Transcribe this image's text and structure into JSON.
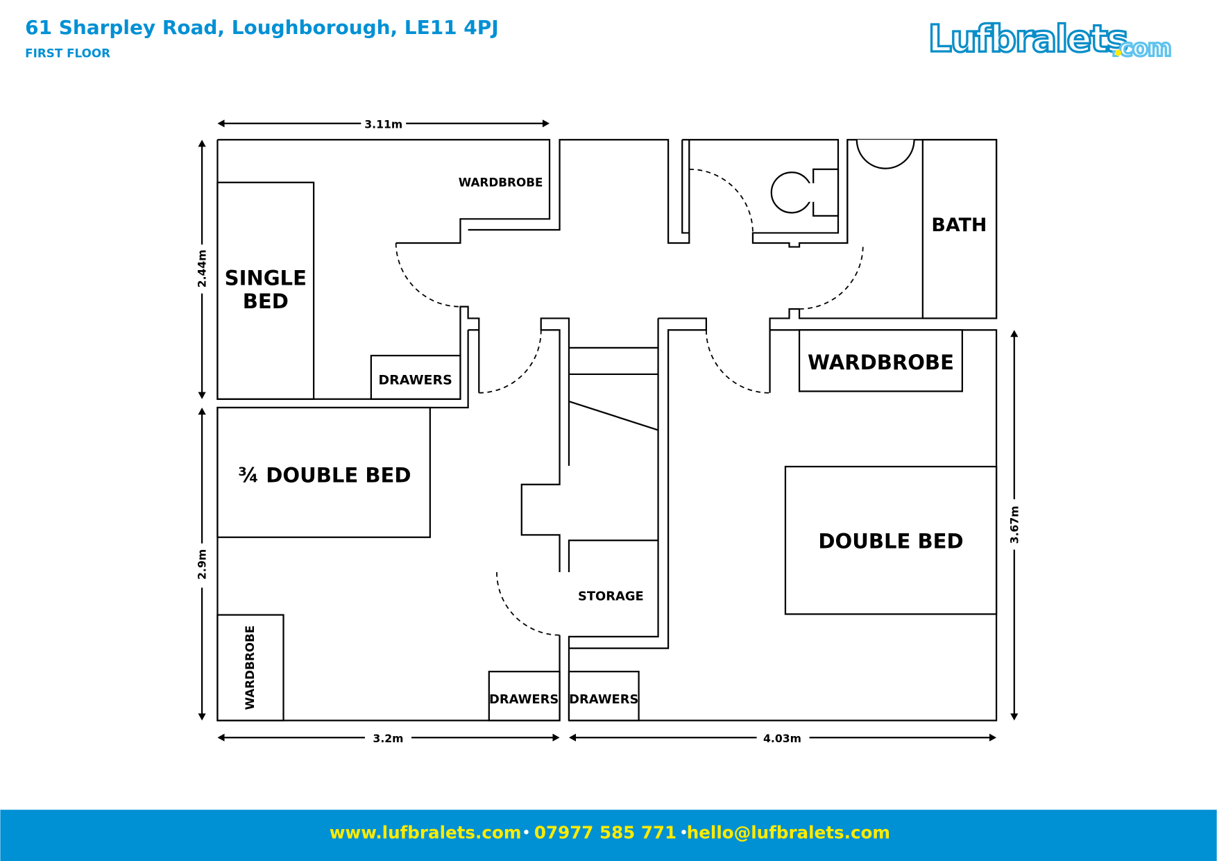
{
  "header": {
    "address": "61 Sharpley Road, Loughborough, LE11 4PJ",
    "floor": "FIRST FLOOR",
    "logo_text": "Lufbralets",
    "logo_suffix": ".com"
  },
  "colors": {
    "brand_blue": "#0090d4",
    "footer_text": "#ffeb00",
    "logo_light": "#5ec3ee"
  },
  "rooms": {
    "single_bed_line1": "SINGLE",
    "single_bed_line2": "BED",
    "wardrobe_top": "WARDBROBE",
    "drawers_1": "DRAWERS",
    "three_quarter_bed": "¾ DOUBLE BED",
    "wardrobe_vertical": "WARDBROBE",
    "drawers_2": "DRAWERS",
    "drawers_3": "DRAWERS",
    "storage": "STORAGE",
    "bath": "BATH",
    "wardrobe_right": "WARDBROBE",
    "double_bed": "DOUBLE BED"
  },
  "dimensions": {
    "top": "3.11m",
    "left_upper": "2.44m",
    "left_lower": "2.9m",
    "bottom_left": "3.2m",
    "bottom_right": "4.03m",
    "right": "3.67m"
  },
  "footer": {
    "website": "www.lufbralets.com",
    "separator": "•",
    "phone": "07977 585 771",
    "email": "hello@lufbralets.com"
  }
}
